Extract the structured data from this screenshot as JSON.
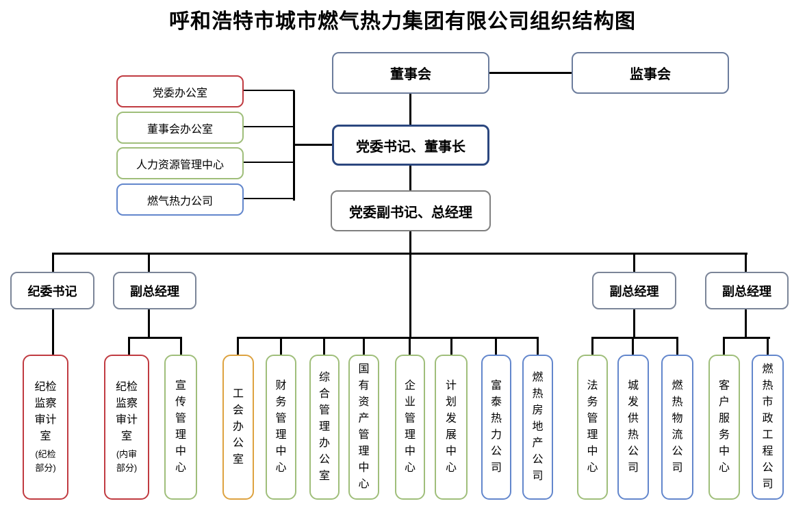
{
  "title": "呼和浩特市城市燃气热力集团有限公司组织结构图",
  "colors": {
    "slate": "#6b7c9c",
    "steel": "#7b8598",
    "navy": "#2b477f",
    "gray": "#7f7f7f",
    "red": "#c03a40",
    "green": "#9fbe7a",
    "blue": "#6286cc",
    "orange": "#dda23f",
    "line": "#000000"
  },
  "top": {
    "board": "董事会",
    "supervisory": "监事会"
  },
  "executives": {
    "chairman": "党委书记、董事长",
    "general_manager": "党委副书记、总经理"
  },
  "staff_offices": [
    {
      "label": "党委办公室",
      "color": "red"
    },
    {
      "label": "董事会办公室",
      "color": "green"
    },
    {
      "label": "人力资源管理中心",
      "color": "green"
    },
    {
      "label": "燃气热力公司",
      "color": "blue"
    }
  ],
  "management_row": [
    {
      "label": "纪委书记"
    },
    {
      "label": "副总经理"
    },
    {
      "label": "副总经理"
    },
    {
      "label": "副总经理"
    }
  ],
  "departments": [
    {
      "label": "纪检监察审计室",
      "sublabel": "(纪检部分)",
      "color": "red"
    },
    {
      "label": "纪检监察审计室",
      "sublabel": "(内审部分)",
      "color": "red"
    },
    {
      "label": "宣传管理中心",
      "color": "green"
    },
    {
      "label": "工会办公室",
      "color": "orange"
    },
    {
      "label": "财务管理中心",
      "color": "green"
    },
    {
      "label": "综合管理办公室",
      "color": "green"
    },
    {
      "label": "国有资产管理中心",
      "color": "green"
    },
    {
      "label": "企业管理中心",
      "color": "green"
    },
    {
      "label": "计划发展中心",
      "color": "green"
    },
    {
      "label": "富泰热力公司",
      "color": "blue"
    },
    {
      "label": "燃热房地产公司",
      "color": "blue"
    },
    {
      "label": "法务管理中心",
      "color": "green"
    },
    {
      "label": "城发供热公司",
      "color": "blue"
    },
    {
      "label": "燃热物流公司",
      "color": "blue"
    },
    {
      "label": "客户服务中心",
      "color": "green"
    },
    {
      "label": "燃热市政工程公司",
      "color": "blue"
    }
  ]
}
